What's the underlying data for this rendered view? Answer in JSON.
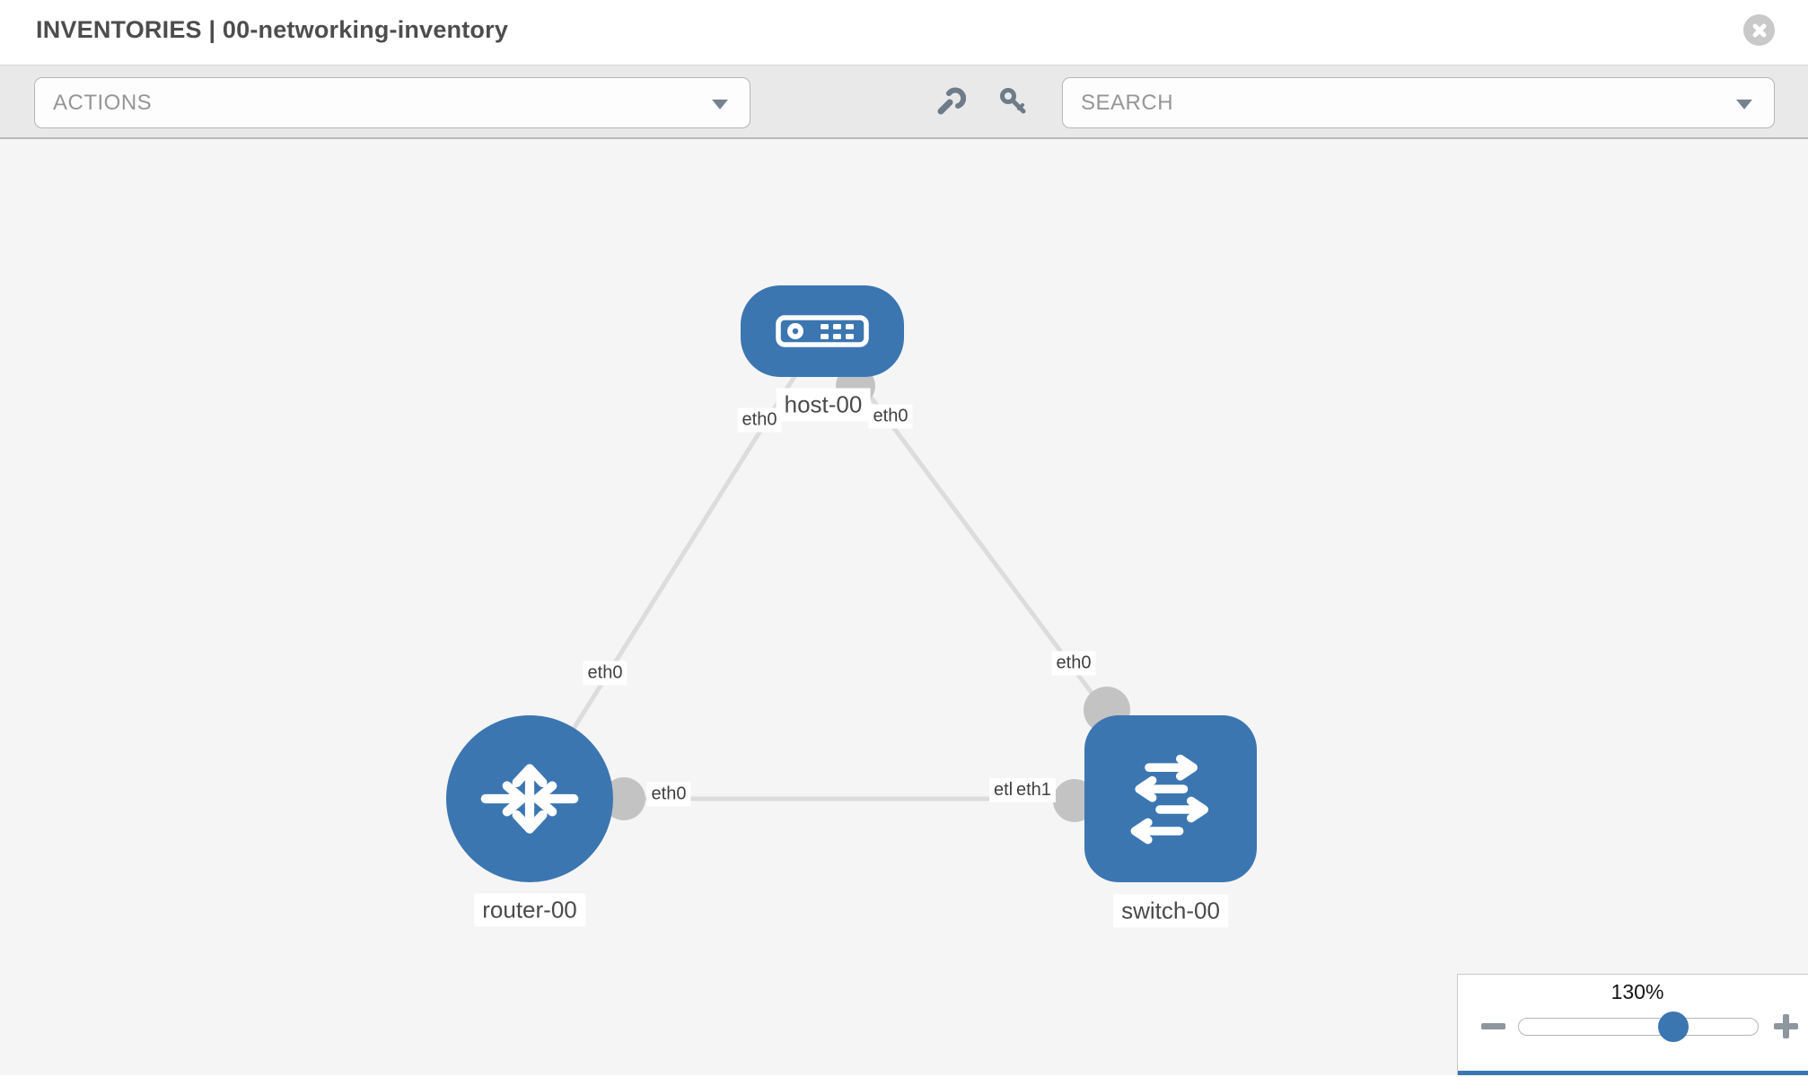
{
  "header": {
    "title": "INVENTORIES | 00-networking-inventory"
  },
  "toolbar": {
    "actions": {
      "label": "ACTIONS"
    },
    "search": {
      "placeholder": "SEARCH"
    },
    "icons": [
      "wrench-icon",
      "key-icon"
    ]
  },
  "canvas": {
    "nodes": [
      {
        "id": "host-00",
        "label": "host-00",
        "type": "host"
      },
      {
        "id": "router-00",
        "label": "router-00",
        "type": "router"
      },
      {
        "id": "switch-00",
        "label": "switch-00",
        "type": "switch"
      }
    ],
    "links": [
      {
        "from": "host-00",
        "to": "router-00"
      },
      {
        "from": "host-00",
        "to": "switch-00"
      },
      {
        "from": "router-00",
        "to": "switch-00"
      }
    ],
    "iface_labels": [
      {
        "text": "eth0",
        "near": "host-00 left"
      },
      {
        "text": "eth0",
        "near": "host-00 right"
      },
      {
        "text": "eth0",
        "near": "host-router link"
      },
      {
        "text": "eth0",
        "near": "switch-00 top"
      },
      {
        "text": "eth0",
        "near": "router-00 right"
      },
      {
        "text": "eth0",
        "near": "switch-00 left (under)"
      },
      {
        "text": "eth1",
        "near": "switch-00 left (over)"
      }
    ]
  },
  "zoom_panel": {
    "level": "130%",
    "slider_value_percent": 65
  },
  "colors": {
    "node_blue": "#3b76b1",
    "link_gray": "#dcdcdc",
    "iface_dot_gray": "#c3c3c3",
    "toolbar_bg": "#e9e9e9",
    "canvas_bg": "#f5f5f5",
    "title_text": "#4d4d4d",
    "placeholder_text": "#969696",
    "icon_gray": "#6e7b89"
  }
}
